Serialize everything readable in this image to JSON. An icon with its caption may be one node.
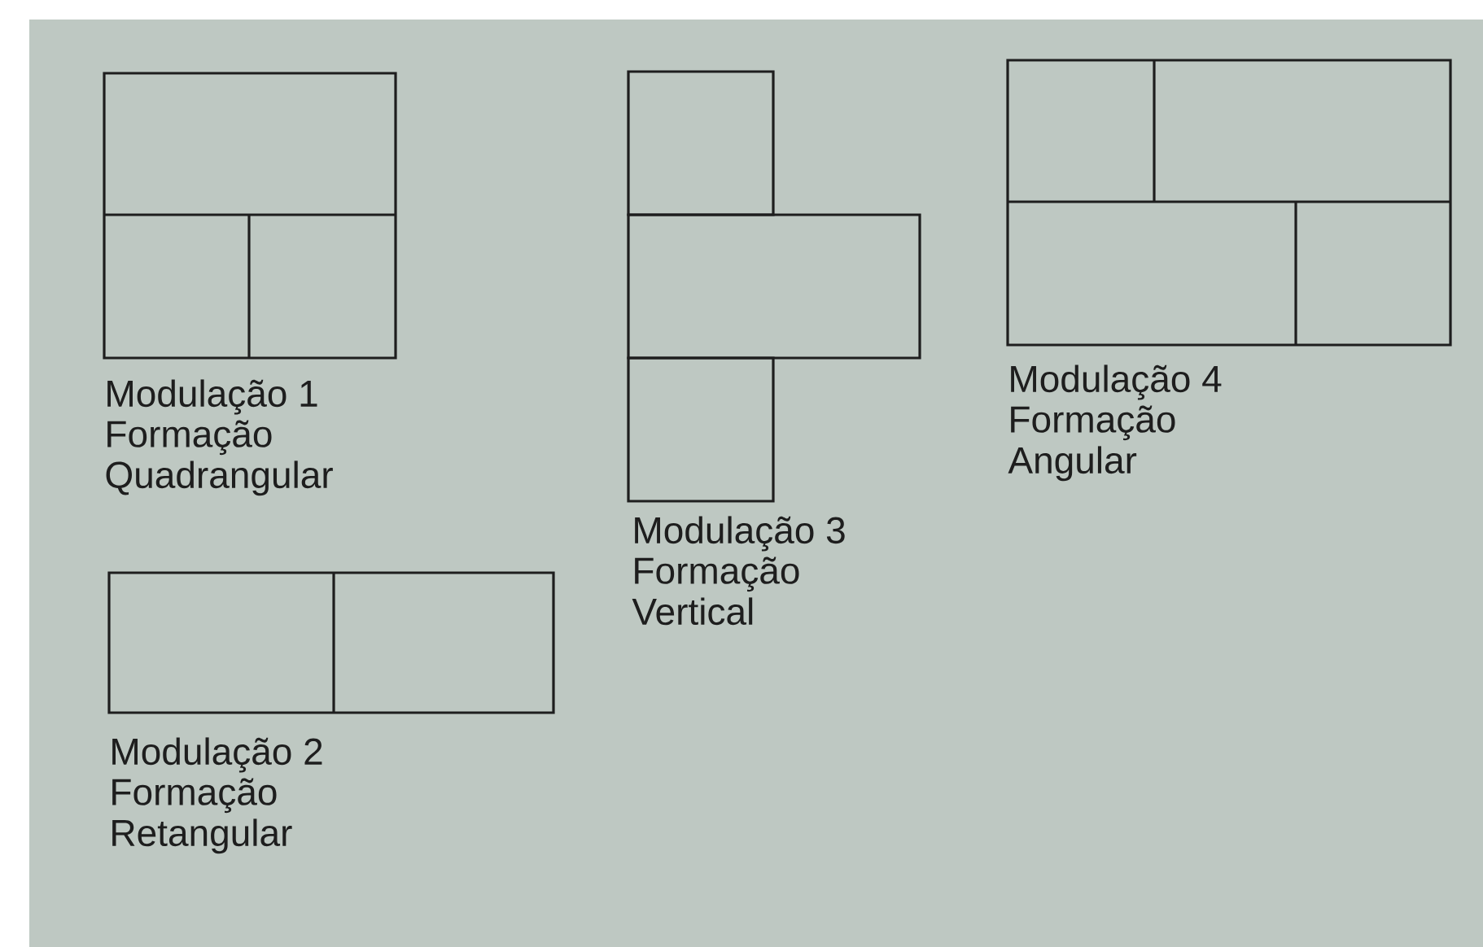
{
  "diagram": {
    "labels": [
      "Modulação 1",
      "Formação",
      "Quadrangular",
      "Modulação 2",
      "Formação",
      "Retangular",
      "Modulação 3",
      "Formação",
      "Vertical",
      "Modulação 4",
      "Formação",
      "Angular"
    ]
  }
}
